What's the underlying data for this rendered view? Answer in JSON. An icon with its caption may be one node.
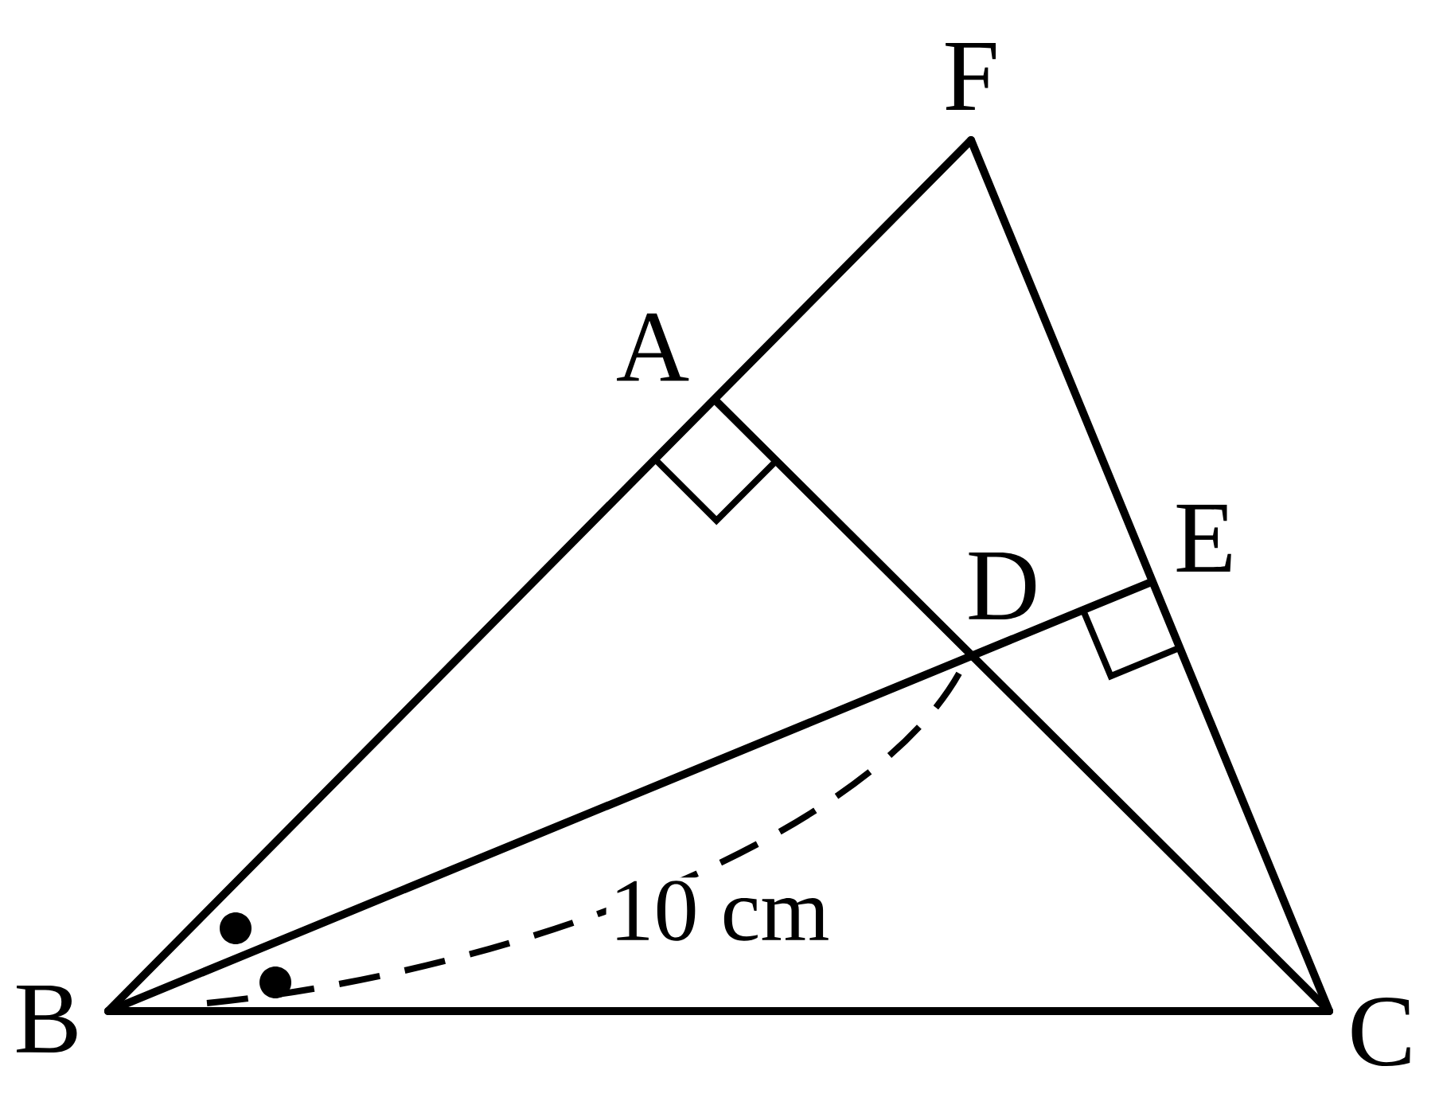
{
  "diagram": {
    "labels": [
      "F",
      "A",
      "E",
      "D",
      "B",
      "C",
      "10 cm"
    ]
  }
}
